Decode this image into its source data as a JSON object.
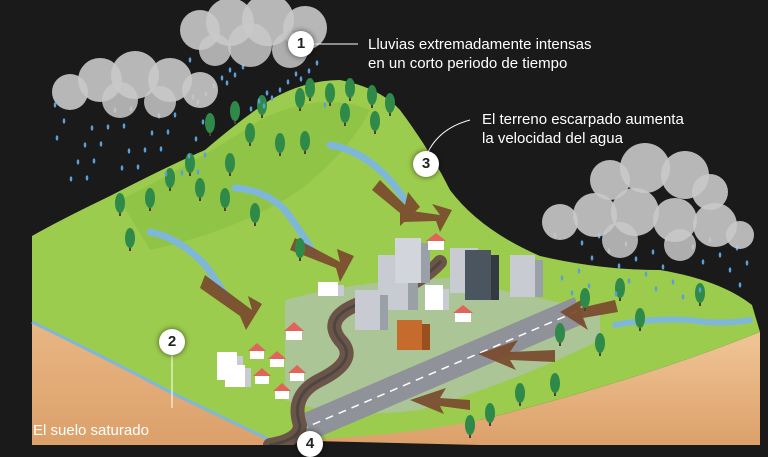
{
  "colors": {
    "background": "#1a1a1a",
    "grass": "#9ccc4e",
    "grass_dark": "#7fb23a",
    "soil": "#e9b987",
    "soil_dark": "#d59e68",
    "water": "#7fb7d8",
    "flow_arrow": "#7a4a2e",
    "cloud": "#c9c9c9",
    "rain": "#5aa0d6",
    "road": "#8f9399",
    "label_text": "#ffffff",
    "badge_bg": "#ffffff"
  },
  "annotations": [
    {
      "number": "1",
      "lines": [
        "Lluvias extremadamente intensas",
        "en un corto periodo de tiempo"
      ]
    },
    {
      "number": "3",
      "lines": [
        "El terreno escarpado aumenta",
        "la velocidad del agua"
      ]
    },
    {
      "number": "2",
      "lines": [
        "El suelo saturado"
      ]
    },
    {
      "number": "4",
      "lines": []
    }
  ],
  "icons": {
    "cloud": "rain-cloud-icon",
    "tree": "tree-icon",
    "building": "building-icon",
    "house": "house-icon",
    "arrow": "flow-arrow-icon"
  }
}
